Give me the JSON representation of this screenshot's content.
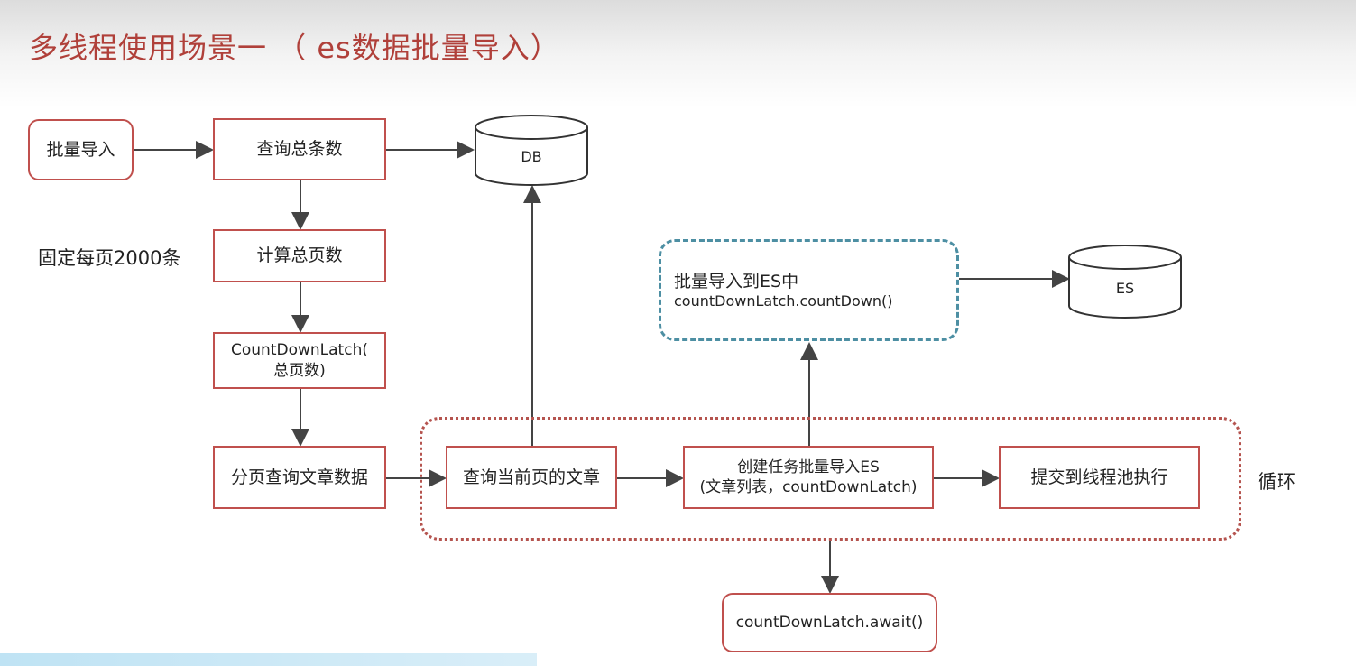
{
  "title": "多线程使用场景一 （ es数据批量导入）",
  "nodes": {
    "batch_import": "批量导入",
    "query_total": "查询总条数",
    "db": "DB",
    "calc_pages": "计算总页数",
    "latch_line1": "CountDownLatch(",
    "latch_line2": "总页数)",
    "page_query": "分页查询文章数据",
    "query_current": "查询当前页的文章",
    "create_task_line1": "创建任务批量导入ES",
    "create_task_line2": "(文章列表，countDownLatch)",
    "submit_pool": "提交到线程池执行",
    "es_import_line1": "批量导入到ES中",
    "es_import_line2": "countDownLatch.countDown()",
    "es": "ES",
    "await": "countDownLatch.await()"
  },
  "annotations": {
    "fixed_page_size": "固定每页2000条",
    "loop": "循环"
  },
  "colors": {
    "title": "#b0403a",
    "box_border": "#c0504d",
    "loop_border": "#b5544f",
    "task_group_border": "#4d8fa3",
    "arrow": "#444444"
  }
}
